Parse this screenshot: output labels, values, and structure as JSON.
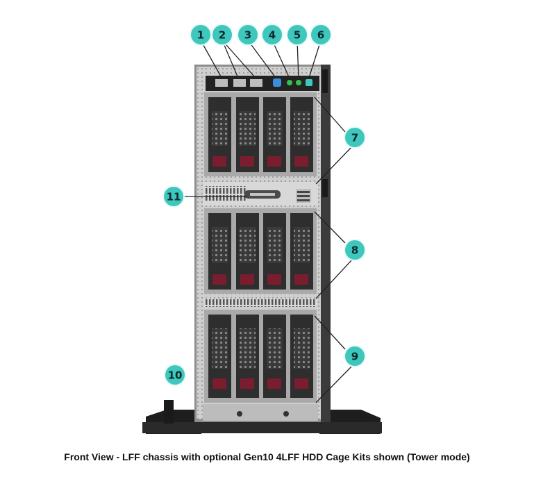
{
  "caption": "Front View - LFF chassis with optional Gen10 4LFF HDD Cage Kits shown (Tower mode)",
  "colors": {
    "callout_fill": "#3fc7bd",
    "callout_text": "#0a2a2a",
    "chassis_metal": "#c8c8c8",
    "drive_tray": "#2e2e2e",
    "drive_label": "#7a1d2e",
    "power_led": "#3a8de0",
    "status_led": "#33c24d"
  },
  "callouts": [
    {
      "label": "1"
    },
    {
      "label": "2"
    },
    {
      "label": "3"
    },
    {
      "label": "4"
    },
    {
      "label": "5"
    },
    {
      "label": "6"
    },
    {
      "label": "7"
    },
    {
      "label": "8"
    },
    {
      "label": "9"
    },
    {
      "label": "10"
    },
    {
      "label": "11"
    }
  ]
}
